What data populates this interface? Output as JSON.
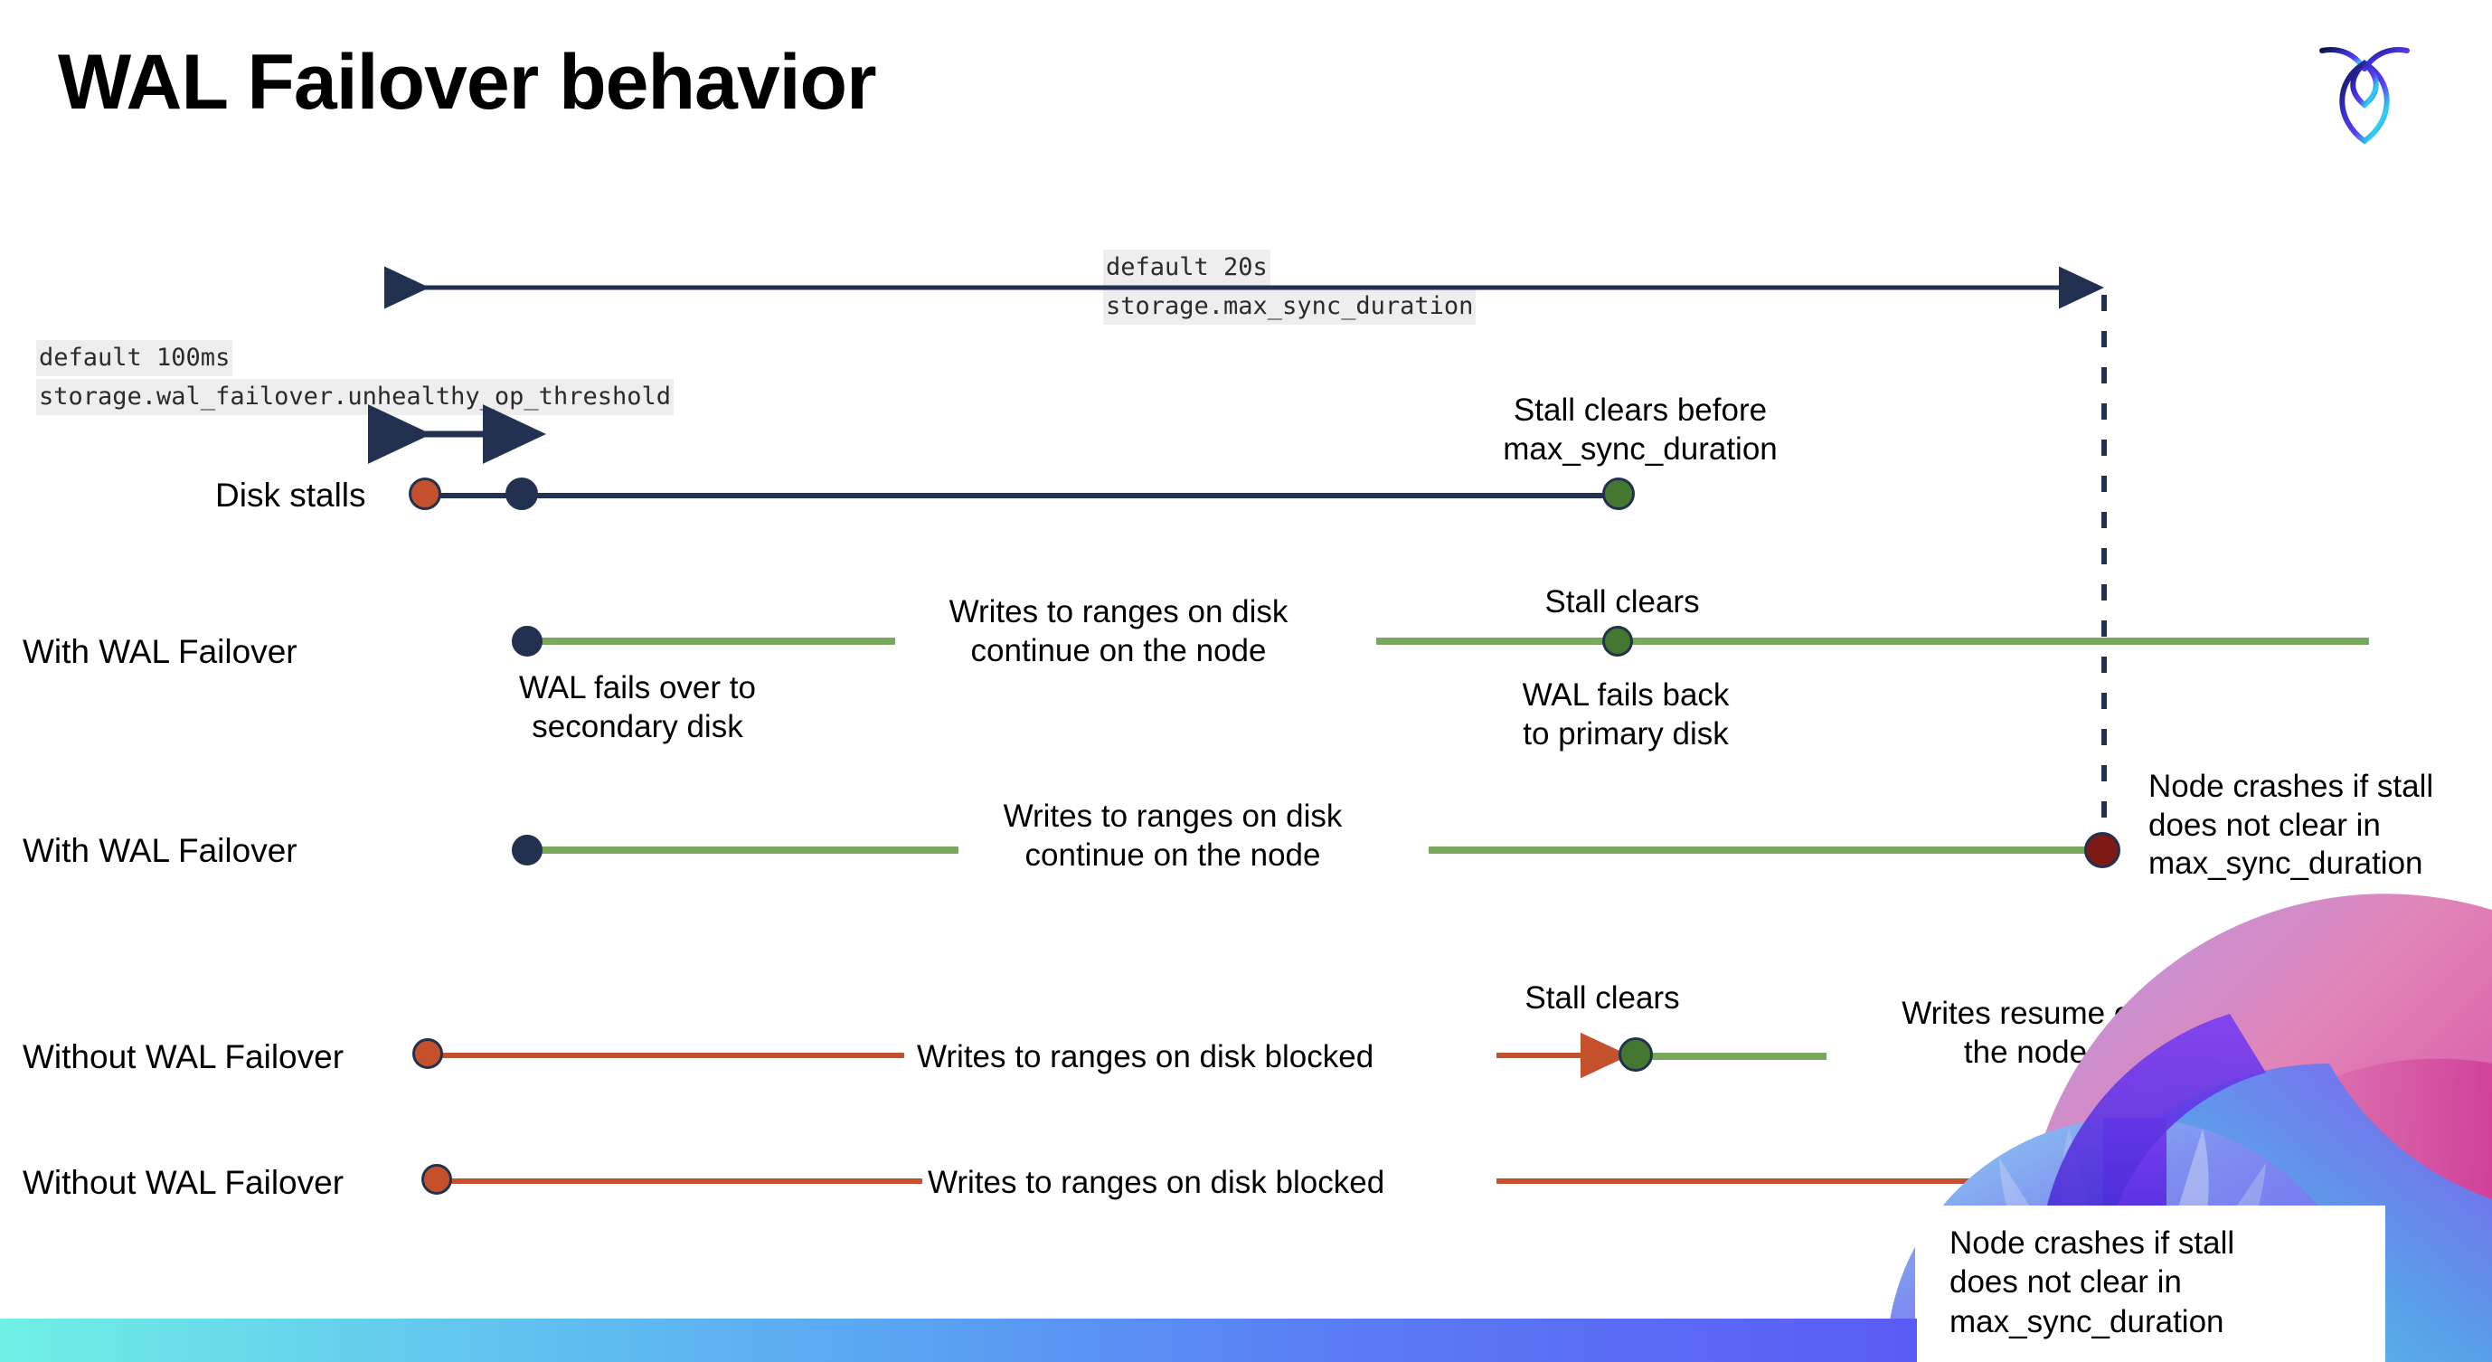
{
  "slide": {
    "title": "WAL Failover behavior",
    "logo_name": "cockroachdb-logo"
  },
  "settings": {
    "max_sync": {
      "default_line": "default 20s",
      "setting_line": "storage.max_sync_duration"
    },
    "unhealthy_op": {
      "default_line": "default 100ms",
      "setting_line": "storage.wal_failover.unhealthy_op_threshold"
    }
  },
  "rows": [
    {
      "label": "Disk stalls",
      "notes": [
        "Stall clears before\nmax_sync_duration"
      ]
    },
    {
      "label": "With WAL Failover",
      "notes": [
        "WAL fails over to\nsecondary disk",
        "Writes to ranges on disk\ncontinue on the node",
        "Stall clears",
        "WAL fails  back\nto primary disk"
      ]
    },
    {
      "label": "With WAL Failover",
      "notes": [
        "Writes to ranges on disk\ncontinue on the node",
        "Node crashes if stall\ndoes not clear in\nmax_sync_duration"
      ]
    },
    {
      "label": "Without WAL Failover",
      "notes": [
        "Writes to ranges on disk  blocked",
        "Stall clears",
        "Writes resume on\nthe node"
      ]
    },
    {
      "label": "Without WAL Failover",
      "notes": [
        "Writes to ranges on disk  blocked",
        "Node crashes if stall\ndoes not clear in\nmax_sync_duration"
      ]
    }
  ],
  "colors": {
    "navy": "#22314f",
    "green_line": "#79a85c",
    "green_dot": "#44772f",
    "orange": "#c4502c",
    "dark_red": "#7e1a16",
    "chip_bg": "#eeeeee",
    "bottom_bar_start": "#6ff0e4",
    "bottom_bar_end": "#5a5cf5"
  },
  "legend": {
    "stall_start_marker": "stall-start-dot",
    "failover_marker": "failover-dot",
    "stall_clear_marker": "stall-clear-dot",
    "crash_marker": "crash-dot"
  }
}
